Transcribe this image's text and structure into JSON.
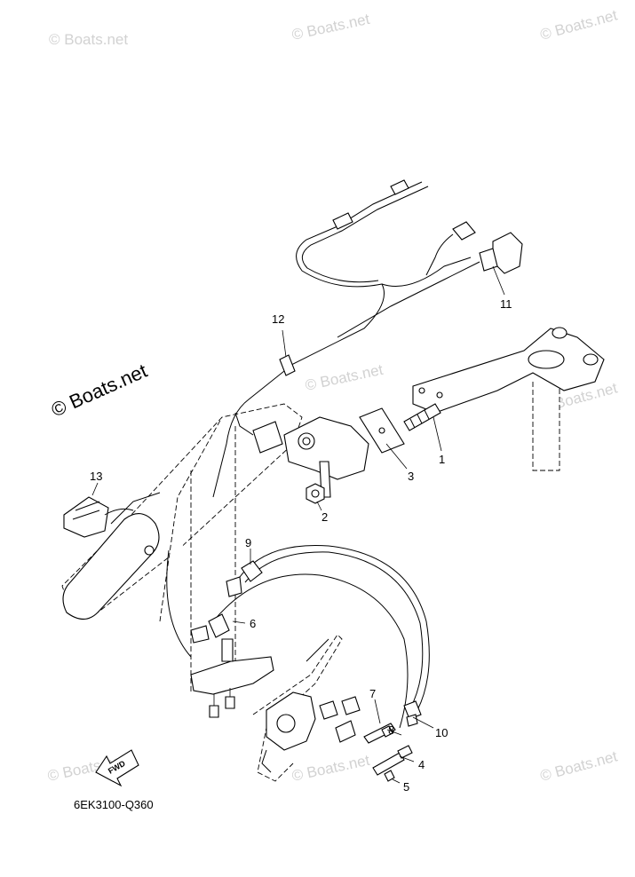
{
  "watermark": {
    "small": "© Boats.net",
    "large": "© Boats.net"
  },
  "diagram_code": "6EK3100-Q360",
  "fwd_label": "FWD",
  "callouts": [
    {
      "id": "1",
      "label": "1"
    },
    {
      "id": "2",
      "label": "2"
    },
    {
      "id": "3",
      "label": "3"
    },
    {
      "id": "4",
      "label": "4"
    },
    {
      "id": "5",
      "label": "5"
    },
    {
      "id": "6",
      "label": "6"
    },
    {
      "id": "7",
      "label": "7"
    },
    {
      "id": "8",
      "label": "8"
    },
    {
      "id": "9",
      "label": "9"
    },
    {
      "id": "10",
      "label": "10"
    },
    {
      "id": "11",
      "label": "11"
    },
    {
      "id": "12",
      "label": "12"
    },
    {
      "id": "13",
      "label": "13"
    }
  ],
  "colors": {
    "line": "#000000",
    "background": "#ffffff",
    "watermark": "#d2d2d2"
  }
}
